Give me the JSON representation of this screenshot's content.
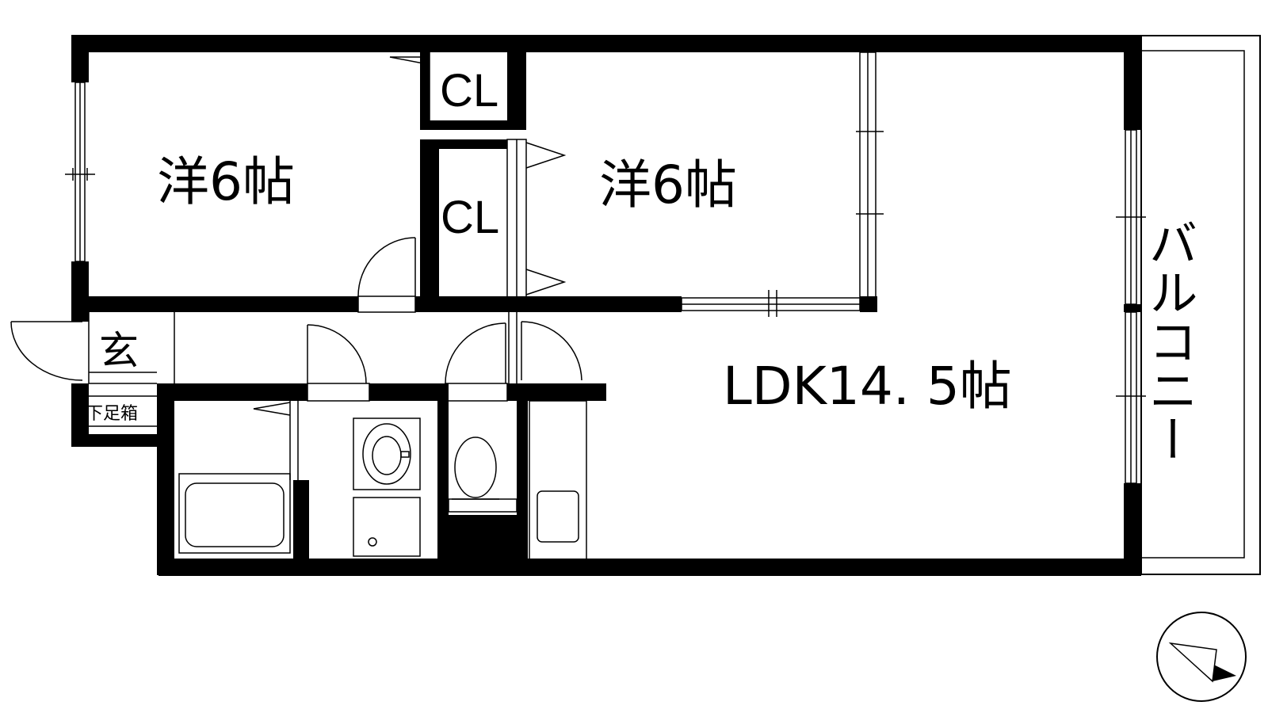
{
  "rooms": {
    "western_room_1": "洋6帖",
    "western_room_2": "洋6帖",
    "closet_1": "CL",
    "closet_2": "CL",
    "ldk": "LDK14. 5帖",
    "entrance": "玄",
    "shoe_box": "下足箱",
    "balcony": "バルコニー"
  },
  "colors": {
    "wall": "#000000",
    "background": "#ffffff",
    "fixture_line": "#333333"
  },
  "icons": [
    "compass-north-arrow-icon",
    "bathtub-icon",
    "washbasin-icon",
    "toilet-icon",
    "washing-machine-pan-icon",
    "fridge-space-icon"
  ]
}
